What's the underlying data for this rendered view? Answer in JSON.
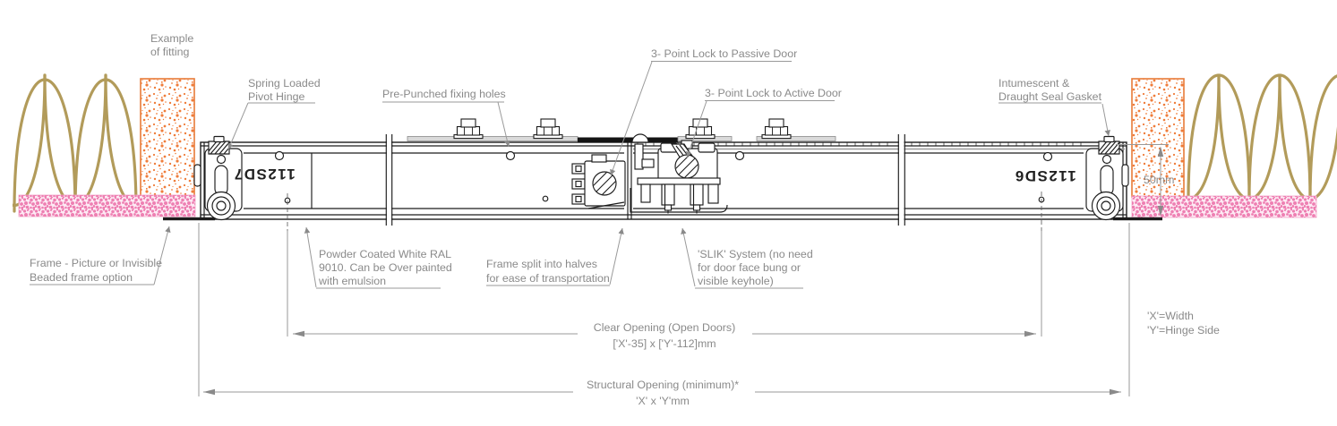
{
  "drawing_type": "door-frame-cross-section",
  "colors": {
    "linework": "#1c1c1c",
    "annotation_text": "#8a8a8a",
    "leader_line": "#9a9a9a",
    "insulation": "#b29b5a",
    "brick_speckle": "#ef7d3b",
    "plaster_speckle": "#ee7fb2",
    "washer_plate": "#d9d9d9"
  },
  "labels": {
    "example": {
      "l1": "Example",
      "l2": "of fitting"
    },
    "spring_hinge": {
      "l1": "Spring Loaded",
      "l2": "Pivot Hinge"
    },
    "fixing_holes": {
      "l1": "Pre-Punched fixing holes"
    },
    "lock_passive": {
      "l1": "3- Point Lock to Passive Door"
    },
    "lock_active": {
      "l1": "3- Point Lock to Active Door"
    },
    "gasket": {
      "l1": "Intumescent &",
      "l2": "Draught Seal Gasket"
    },
    "frame_option": {
      "l1": "Frame - Picture or Invisible",
      "l2": "Beaded frame option"
    },
    "powder_coat": {
      "l1": "Powder Coated White RAL",
      "l2": "9010. Can be Over painted",
      "l3": "with emulsion"
    },
    "frame_split": {
      "l1": "Frame split into halves",
      "l2": "for ease of transportation"
    },
    "slik": {
      "l1": "'SLIK' System (no need",
      "l2": "for door face bung or",
      "l3": "visible keyhole)"
    }
  },
  "dimensions": {
    "clear_opening": {
      "l1": "Clear Opening (Open Doors)",
      "l2": "['X'-35] x ['Y'-112]mm"
    },
    "structural_opening": {
      "l1": "Structural Opening (minimum)*",
      "l2": "'X' x 'Y'mm"
    },
    "offset_50mm": "50mm",
    "legend": {
      "l1": "'X'=Width",
      "l2": "'Y'=Hinge Side"
    }
  },
  "part_numbers": {
    "left": "112SD7",
    "right": "112SD6"
  }
}
